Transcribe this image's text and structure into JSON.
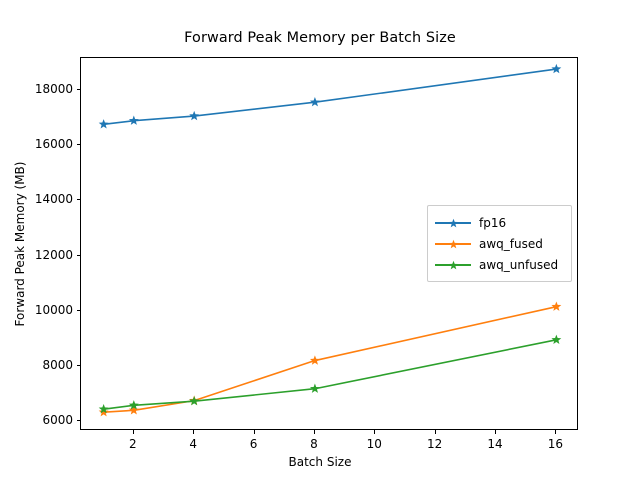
{
  "chart_data": {
    "type": "line",
    "title": "Forward Peak Memory per Batch Size",
    "xlabel": "Batch Size",
    "ylabel": "Forward Peak Memory (MB)",
    "x": [
      1,
      2,
      4,
      8,
      16
    ],
    "xlim": [
      0.25,
      16.75
    ],
    "ylim": [
      5650,
      19150
    ],
    "xticks": [
      2,
      4,
      6,
      8,
      10,
      12,
      14,
      16
    ],
    "xtick_labels": [
      "2",
      "4",
      "6",
      "8",
      "10",
      "12",
      "14",
      "16"
    ],
    "yticks": [
      6000,
      8000,
      10000,
      12000,
      14000,
      16000,
      18000
    ],
    "ytick_labels": [
      "6000",
      "8000",
      "10000",
      "12000",
      "14000",
      "16000",
      "18000"
    ],
    "grid": false,
    "legend_position": "center-right",
    "marker": "star",
    "series": [
      {
        "name": "fp16",
        "color": "#1f77b4",
        "values": [
          16750,
          16880,
          17050,
          17550,
          18750
        ]
      },
      {
        "name": "awq_fused",
        "color": "#ff7f0e",
        "values": [
          6330,
          6400,
          6750,
          8200,
          10150
        ]
      },
      {
        "name": "awq_unfused",
        "color": "#2ca02c",
        "values": [
          6440,
          6580,
          6730,
          7180,
          8950
        ]
      }
    ]
  }
}
